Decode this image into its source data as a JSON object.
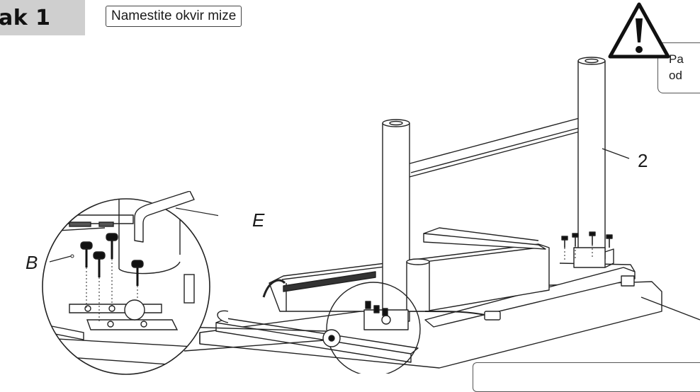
{
  "step": {
    "label": "ak 1"
  },
  "title": "Namestite okvir mize",
  "warning": {
    "line1": "Pa",
    "line2": "od"
  },
  "labels": {
    "part2": "2",
    "partE": "E",
    "partB": "B"
  }
}
